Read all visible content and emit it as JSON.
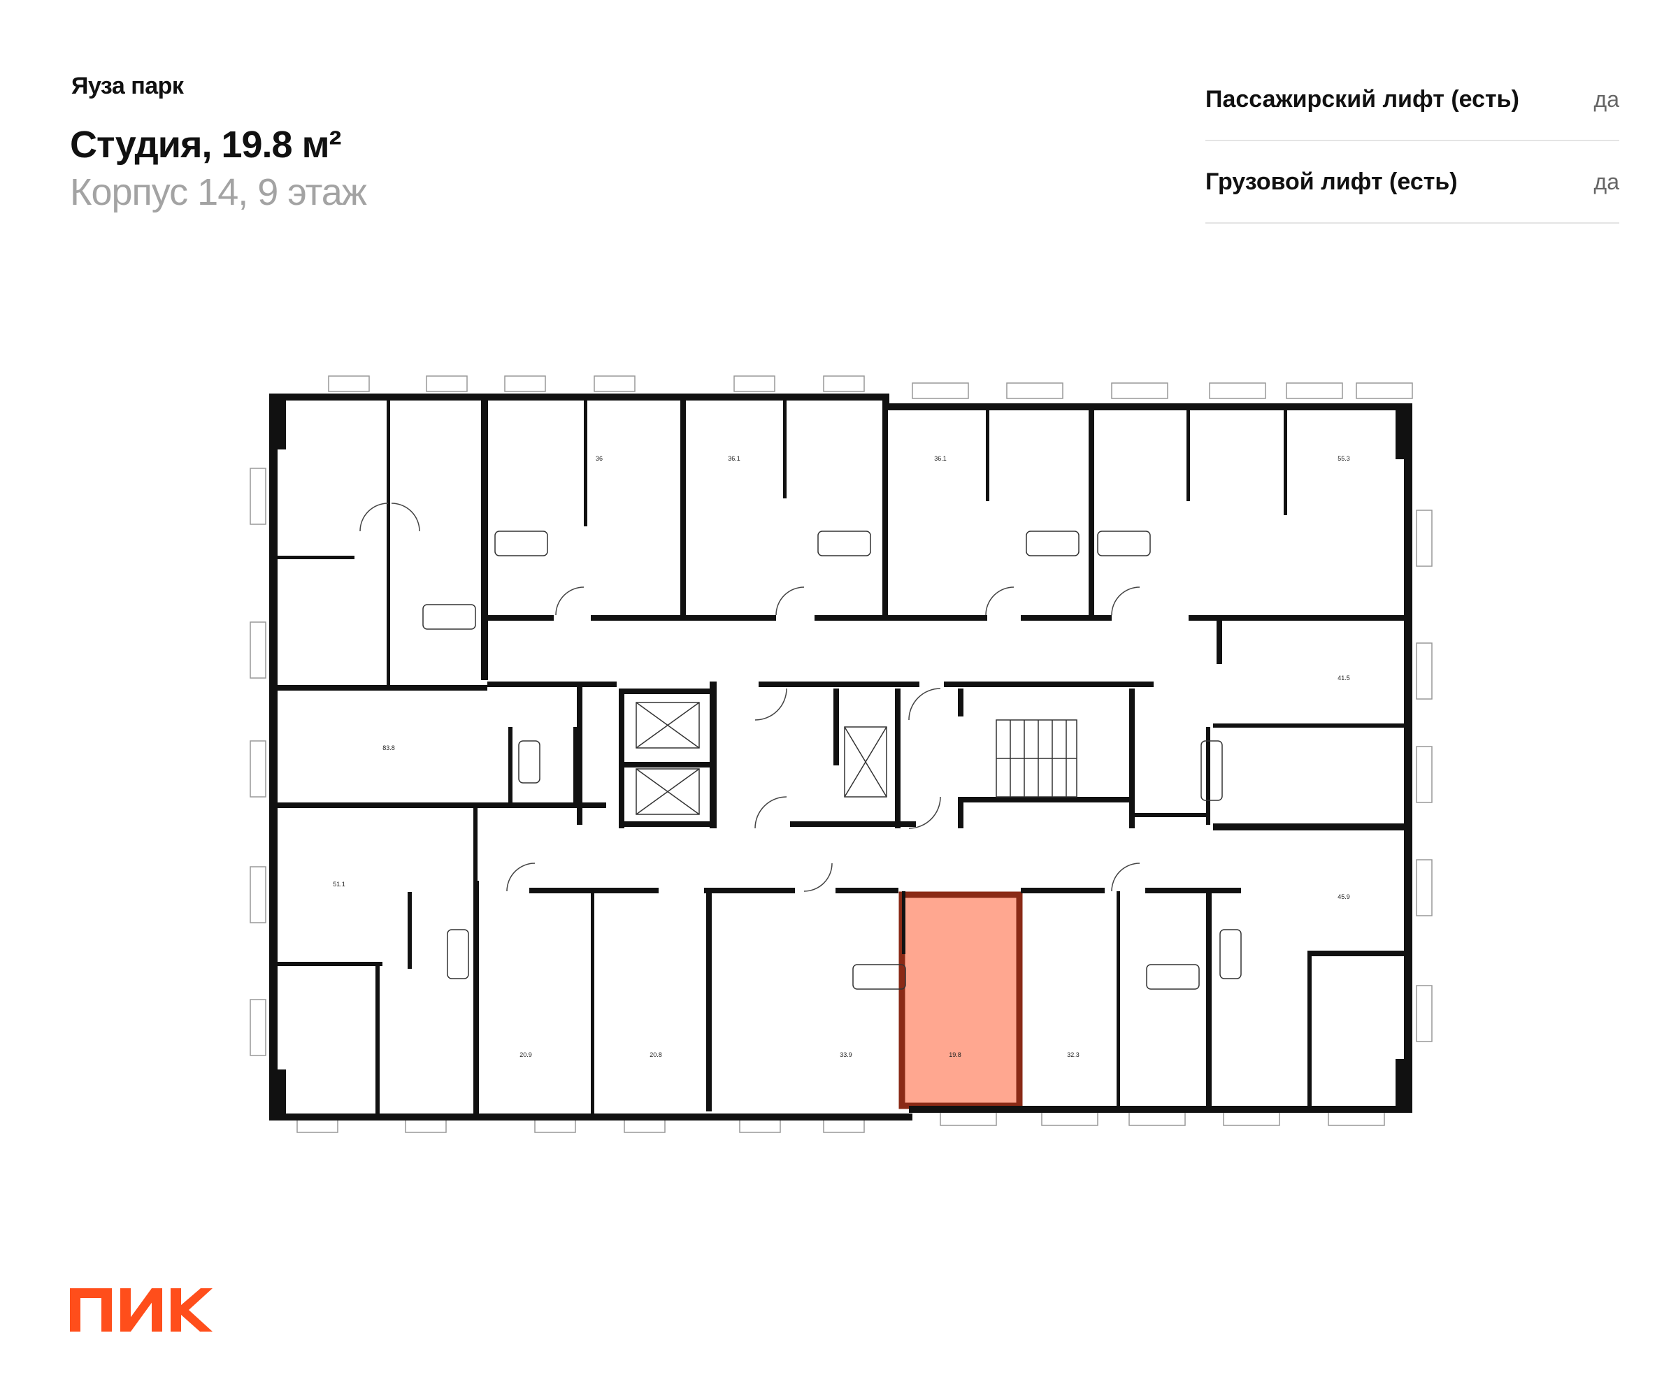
{
  "header": {
    "project": "Яуза парк",
    "apartment": "Студия, 19.8 м²",
    "location": "Корпус 14, 9 этаж"
  },
  "features": [
    {
      "label": "Пассажирский лифт (есть)",
      "value": "да"
    },
    {
      "label": "Грузовой лифт (есть)",
      "value": "да"
    }
  ],
  "plan": {
    "highlight_color": "#FF8A6B",
    "highlight_border": "#8A2A16",
    "highlighted_area": "19.8",
    "areas": [
      "36",
      "36.1",
      "36.1",
      "55.3",
      "41.5",
      "83.8",
      "51.1",
      "45.9",
      "20.9",
      "20.8",
      "33.9",
      "19.8",
      "32.3"
    ]
  },
  "brand": {
    "logo": "ПИК",
    "color": "#FF4E1B"
  }
}
